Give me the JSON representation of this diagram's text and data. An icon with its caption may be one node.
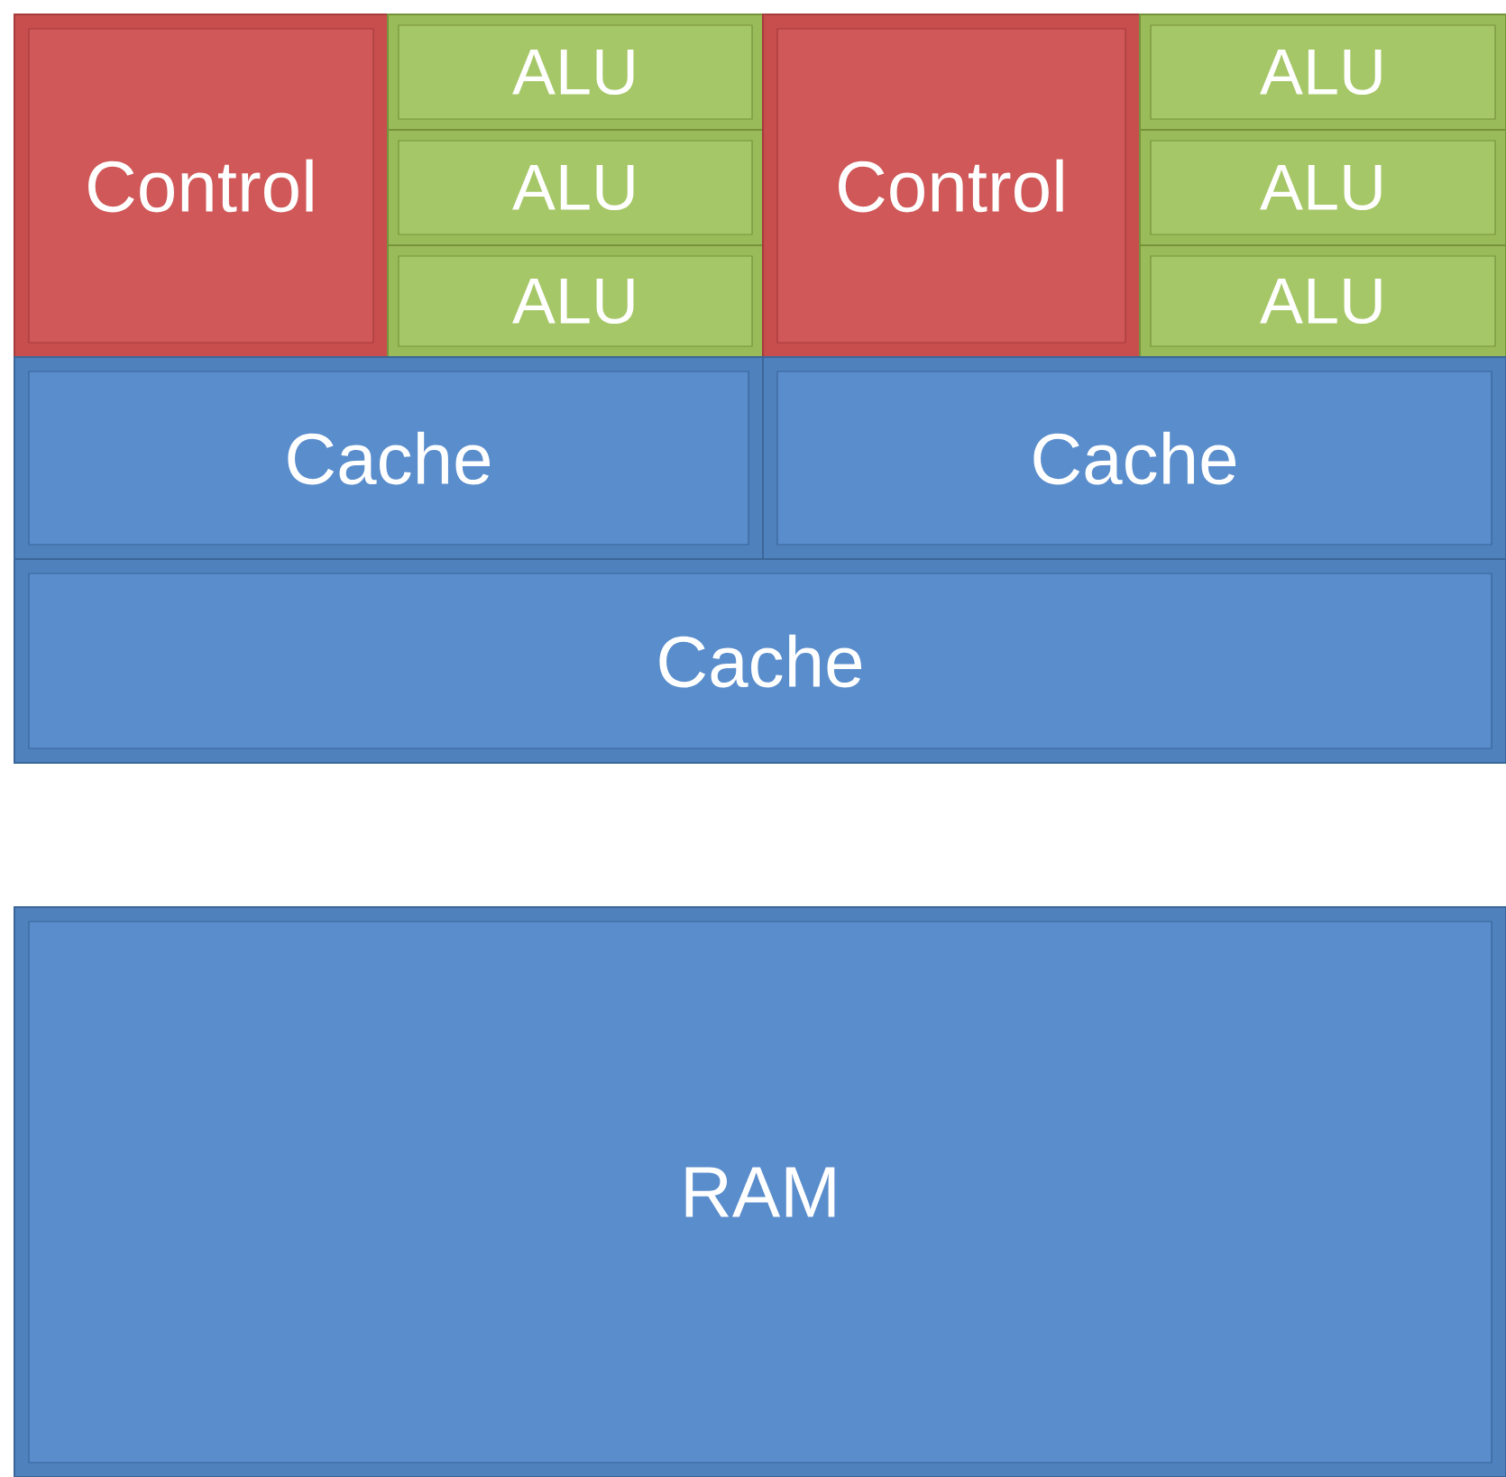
{
  "diagram": {
    "nodes": [
      {
        "text": [
          "Control"
        ]
      },
      {
        "text": [
          "ALU"
        ]
      },
      {
        "text": [
          "ALU"
        ]
      },
      {
        "text": [
          "ALU"
        ]
      },
      {
        "text": [
          "Control"
        ]
      },
      {
        "text": [
          "ALU"
        ]
      },
      {
        "text": [
          "ALU"
        ]
      },
      {
        "text": [
          "ALU"
        ]
      },
      {
        "text": [
          "Cache"
        ]
      },
      {
        "text": [
          "Cache"
        ]
      },
      {
        "text": [
          "Cache"
        ]
      },
      {
        "text": [
          "RAM"
        ]
      }
    ]
  }
}
